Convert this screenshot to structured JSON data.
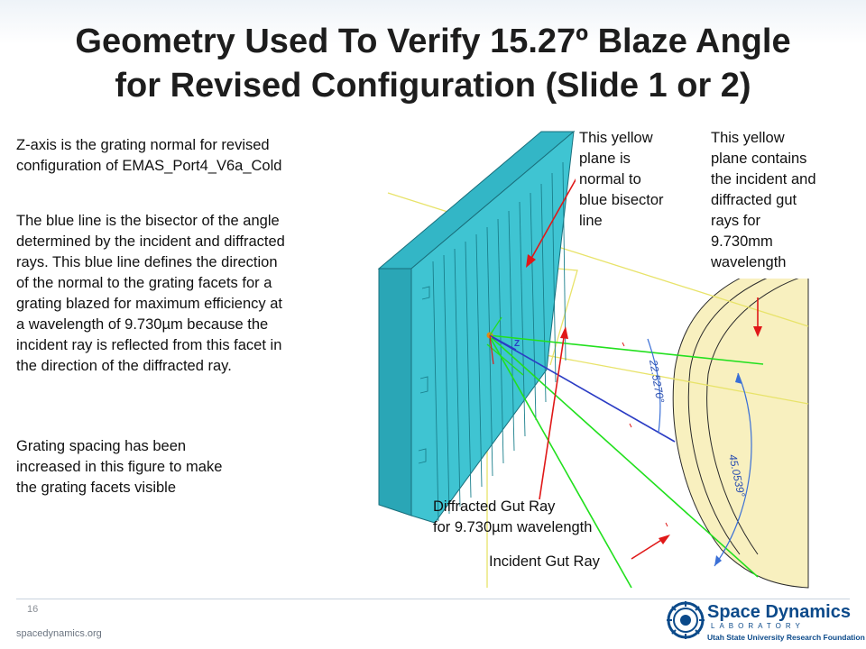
{
  "title": {
    "line1": "Geometry Used To Verify 15.27º Blaze Angle",
    "line2": "for Revised Configuration (Slide 1 or 2)"
  },
  "left_text": {
    "p1": [
      "Z-axis is the grating normal for revised",
      "configuration of EMAS_Port4_V6a_Cold"
    ],
    "p2": [
      "The blue line is the bisector of the angle",
      "determined by the incident and diffracted",
      "rays.  This blue line defines the direction",
      "of the normal to the grating facets for a",
      "grating  blazed for maximum efficiency at",
      "a wavelength of 9.730µm because the",
      "incident ray is reflected from this facet in",
      "the direction of the diffracted ray."
    ],
    "p3": [
      "Grating spacing has been",
      "increased in this figure to make",
      "the grating facets visible"
    ]
  },
  "callouts": {
    "normal_plane": [
      "This yellow",
      "plane is",
      "normal to",
      "blue bisector",
      "line"
    ],
    "ray_plane": [
      "This yellow",
      "plane contains",
      "the incident and",
      "diffracted gut",
      "rays for",
      "9.730mm",
      "wavelength"
    ],
    "diffracted": [
      "Diffracted Gut Ray",
      "for 9.730µm wavelength"
    ],
    "incident": "Incident Gut Ray"
  },
  "dimensions": {
    "angle1": "22.5270°",
    "angle2": "45.0539°",
    "axis_label": "Z"
  },
  "footer": {
    "page_number": "16",
    "website": "spacedynamics.org",
    "logo_name": "Space Dynamics",
    "logo_lab": "LABORATORY",
    "logo_sub": "Utah State University Research Foundation"
  },
  "colors": {
    "grating": "#3fc4d2",
    "grating_dark": "#1e9aab",
    "yellow_plane": "#f8f0bf",
    "green_ray": "#22e01e",
    "blue_line": "#2b3cc4",
    "red_arrow": "#e01818",
    "dim_blue": "#3a6fd6",
    "title_text": "#1d1d1d",
    "logo_blue": "#0c4a8a"
  }
}
